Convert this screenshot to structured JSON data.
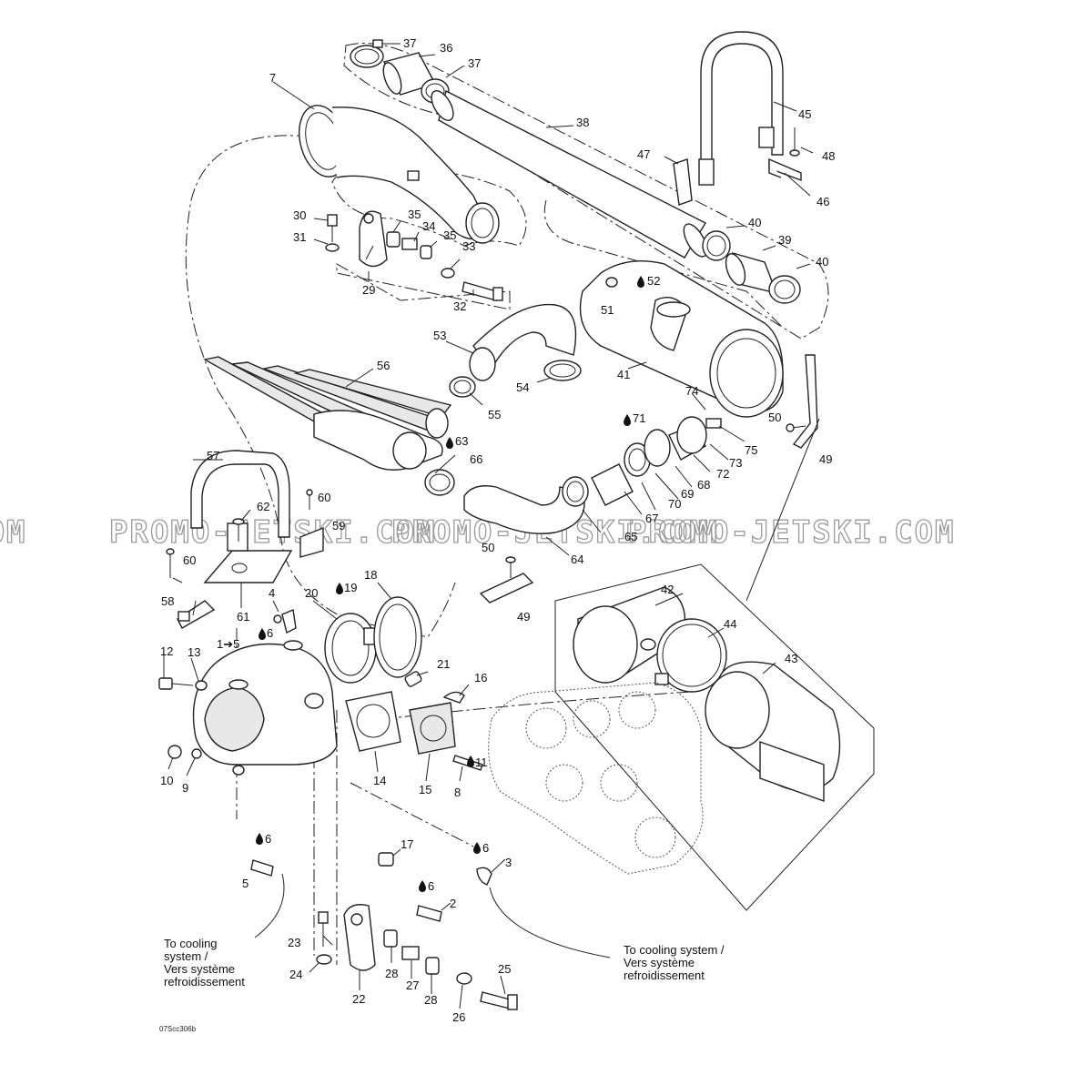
{
  "watermark": "PROMO-JETSKI.COM",
  "notes": {
    "left": "To cooling\nsystem /\nVers système\nrefroidissement",
    "right": "To cooling system /\nVers système\nrefroidissement"
  },
  "drawing_code": "07Scc306b",
  "labels": {
    "p1_5": "1➔5",
    "p2": "2",
    "p3": "3",
    "p4": "4",
    "p5": "5",
    "p6a": "6",
    "p6b": "6",
    "p6c": "6",
    "p6d": "6",
    "p7": "7",
    "p8": "8",
    "p9": "9",
    "p10": "10",
    "p11": "11",
    "p12": "12",
    "p13": "13",
    "p14": "14",
    "p15": "15",
    "p16": "16",
    "p17": "17",
    "p18": "18",
    "p19": "19",
    "p20": "20",
    "p21": "21",
    "p22": "22",
    "p23": "23",
    "p24": "24",
    "p25": "25",
    "p26": "26",
    "p27": "27",
    "p28a": "28",
    "p28b": "28",
    "p29": "29",
    "p30": "30",
    "p31": "31",
    "p32": "32",
    "p33": "33",
    "p34": "34",
    "p35a": "35",
    "p35b": "35",
    "p36": "36",
    "p37a": "37",
    "p37b": "37",
    "p38": "38",
    "p39": "39",
    "p40a": "40",
    "p40b": "40",
    "p41": "41",
    "p42": "42",
    "p43": "43",
    "p44": "44",
    "p45": "45",
    "p46": "46",
    "p47": "47",
    "p48": "48",
    "p49a": "49",
    "p49b": "49",
    "p50a": "50",
    "p50b": "50",
    "p51": "51",
    "p52": "52",
    "p53": "53",
    "p54": "54",
    "p55": "55",
    "p56": "56",
    "p57": "57",
    "p58": "58",
    "p59": "59",
    "p60a": "60",
    "p60b": "60",
    "p61": "61",
    "p62": "62",
    "p63": "63",
    "p64": "64",
    "p65": "65",
    "p66": "66",
    "p67": "67",
    "p68": "68",
    "p69": "69",
    "p70": "70",
    "p71": "71",
    "p72": "72",
    "p73": "73",
    "p74": "74",
    "p75": "75"
  }
}
